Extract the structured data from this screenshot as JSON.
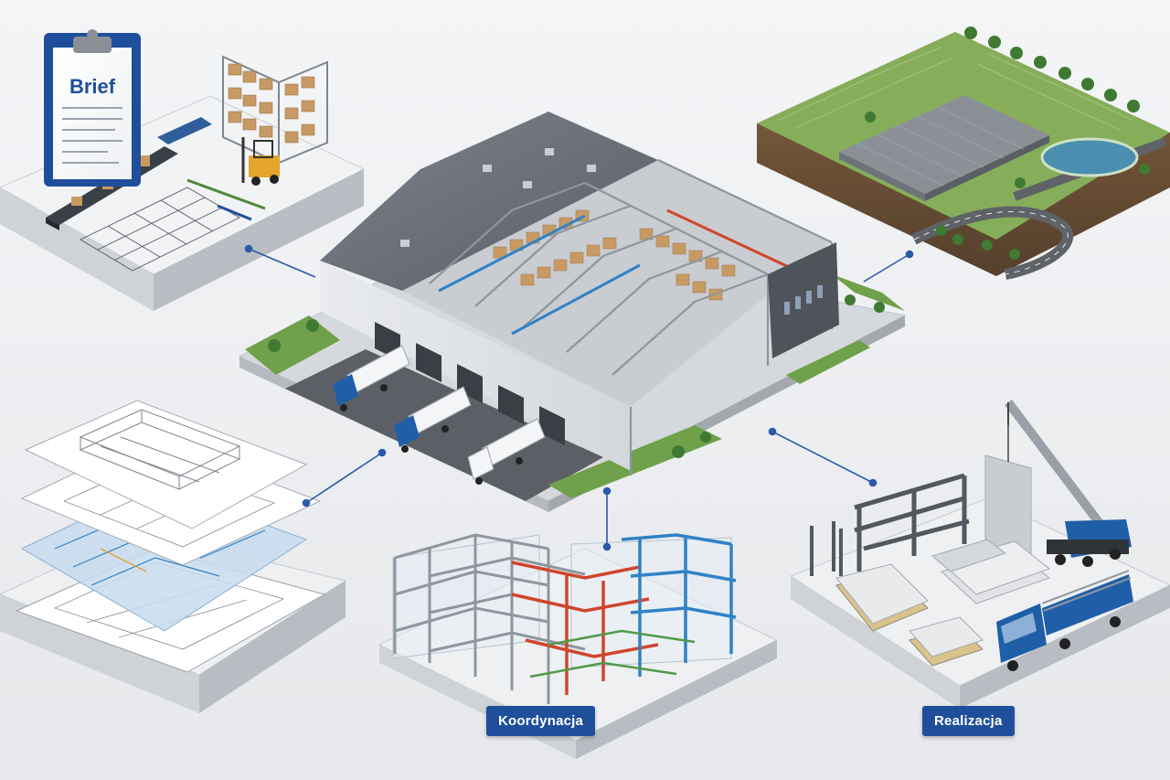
{
  "diagram": {
    "brief_label": "Brief",
    "stages": [
      {
        "id": "brief",
        "label": ""
      },
      {
        "id": "site",
        "label": ""
      },
      {
        "id": "documentation",
        "label": ""
      },
      {
        "id": "coordination",
        "label": "Koordynacja"
      },
      {
        "id": "construction",
        "label": "Realizacja"
      },
      {
        "id": "warehouse",
        "label": ""
      }
    ],
    "colors": {
      "accent": "#1f4f9a",
      "connector": "#2a5aa8",
      "steel": "#9aa3ad",
      "mep_red": "#d0452c",
      "mep_blue": "#2f82c8",
      "mep_green": "#4f9a4a",
      "truck_blue": "#1f5fa8",
      "grass": "#6fa04a",
      "roof": "#6b7078",
      "platform": "#e4e6e9"
    },
    "icons": [
      "clipboard-icon",
      "forklift-icon",
      "conveyor-icon",
      "truck-icon",
      "crane-icon",
      "tree-icon",
      "pond-icon",
      "steel-frame-icon"
    ]
  }
}
